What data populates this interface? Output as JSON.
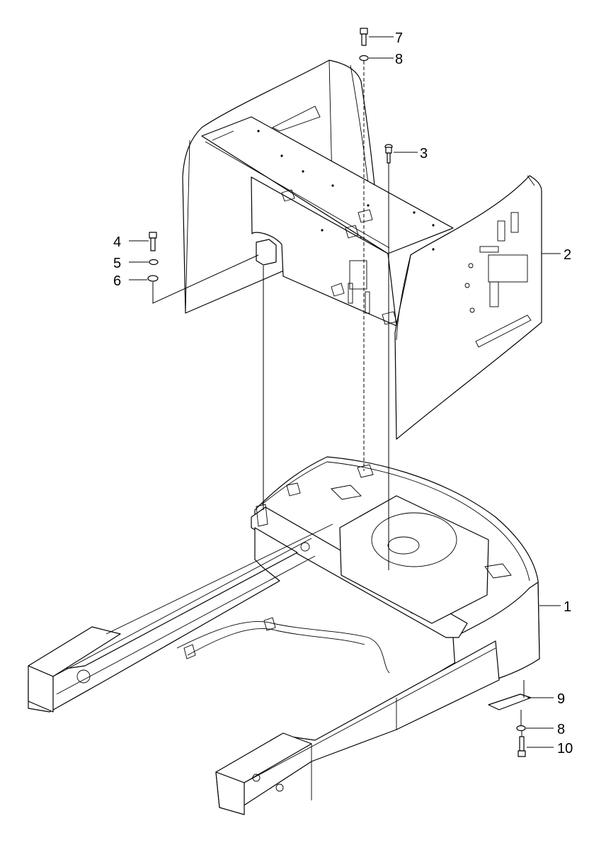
{
  "diagram": {
    "callouts": {
      "c1": "1",
      "c2": "2",
      "c3": "3",
      "c4": "4",
      "c5": "5",
      "c6": "6",
      "c7": "7",
      "c8a": "8",
      "c8b": "8",
      "c9": "9",
      "c10": "10"
    }
  }
}
